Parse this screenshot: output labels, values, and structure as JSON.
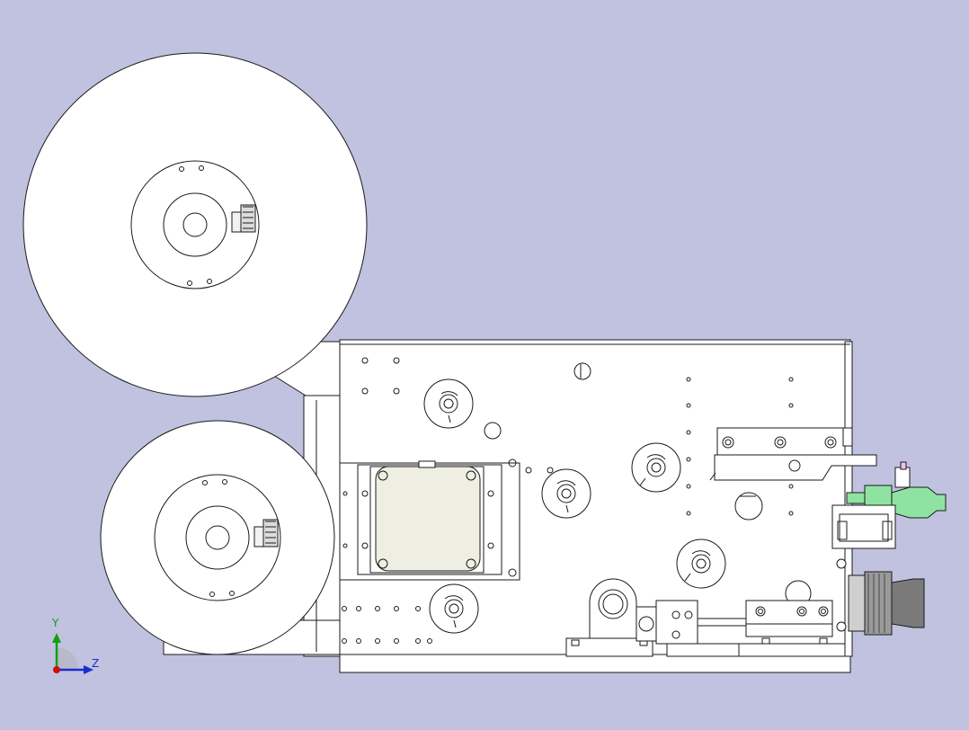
{
  "viewport": {
    "background": "#c0c2df",
    "line_color": "#1a1a1a",
    "part_fill": "#ffffff",
    "label_fill": "#eeeee3",
    "hose_green": "#8fe3a2",
    "connector_gray": "#5a5a5a"
  },
  "triad": {
    "y_label": "Y",
    "z_label": "Z",
    "y_color": "#10a010",
    "z_color": "#1a2cd0",
    "origin_color": "#d01010"
  },
  "components": [
    {
      "name": "upper-label-reel",
      "icon": "reel-icon"
    },
    {
      "name": "lower-rewind-reel",
      "icon": "reel-icon"
    },
    {
      "name": "main-base-plate",
      "icon": "plate-icon"
    },
    {
      "name": "motor-cover",
      "icon": "box-icon"
    },
    {
      "name": "guide-roller",
      "icon": "roller-icon"
    },
    {
      "name": "peel-plate-bracket",
      "icon": "bracket-icon"
    },
    {
      "name": "pneumatic-fitting",
      "icon": "fitting-icon"
    },
    {
      "name": "cable-connector",
      "icon": "connector-icon"
    },
    {
      "name": "linear-slide",
      "icon": "slide-icon"
    },
    {
      "name": "pillow-block-bearing",
      "icon": "bearing-icon"
    }
  ]
}
